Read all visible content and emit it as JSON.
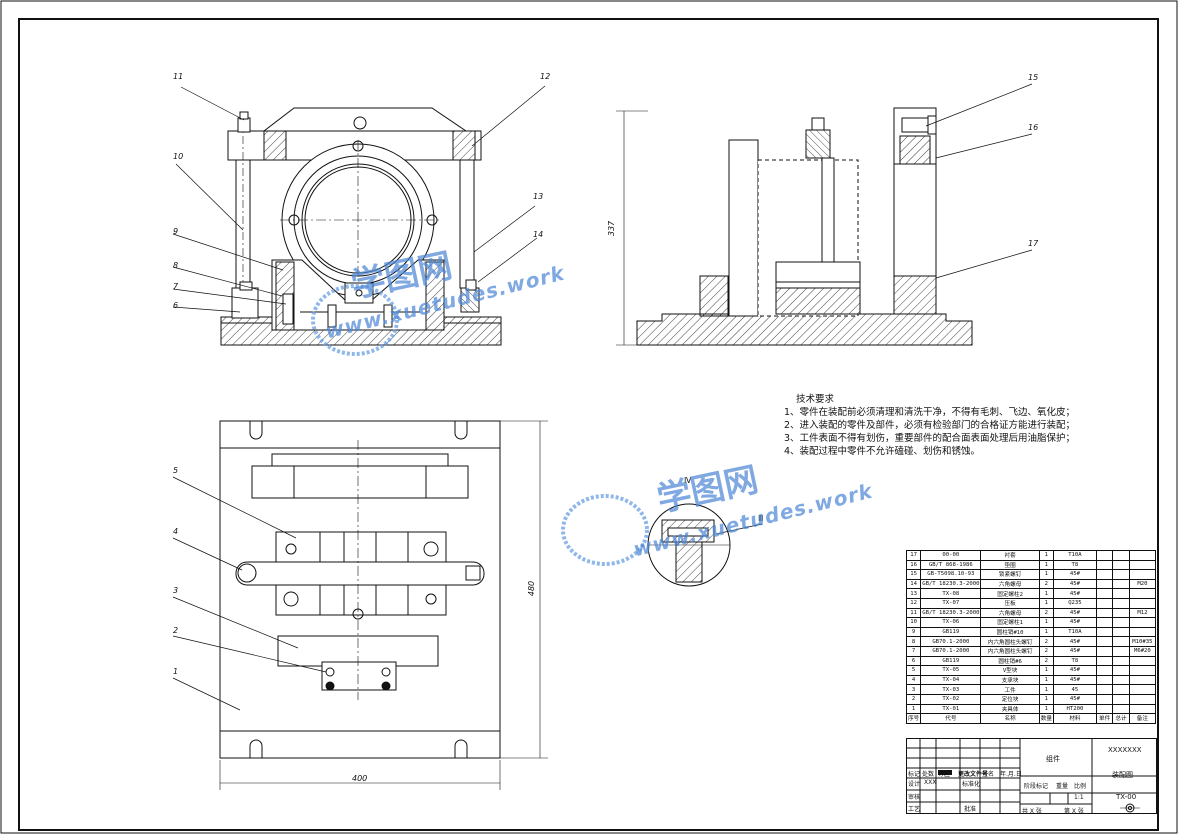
{
  "drawing": {
    "part_numbers": {
      "front": [
        "11",
        "12",
        "10",
        "13",
        "14",
        "9",
        "8",
        "7",
        "6"
      ],
      "side": [
        "15",
        "16",
        "17"
      ],
      "top": [
        "5",
        "4",
        "3",
        "2",
        "1"
      ],
      "section_marks": [
        "Ⅳ",
        "Ⅲ"
      ]
    },
    "dims": {
      "height": "337",
      "plan_height": "480",
      "plan_width": "400"
    },
    "tech_requirements": {
      "title": "技术要求",
      "items": [
        "1、零件在装配前必须清理和清洗干净，不得有毛刺、飞边、氧化皮；",
        "2、进入装配的零件及部件，必须有检验部门的合格证方能进行装配；",
        "3、工件表面不得有划伤，重要部件的配合面表面处理后用油脂保护；",
        "4、装配过程中零件不允许磕碰、划伤和锈蚀。"
      ]
    },
    "watermark": {
      "brand": "学图网",
      "url": "www.xuetudes.work"
    }
  },
  "bom": {
    "rows": [
      [
        "17",
        "00-00",
        "衬套",
        "1",
        "T10A",
        "",
        ""
      ],
      [
        "16",
        "GB/T 868-1986",
        "垫圈",
        "1",
        "T8",
        "",
        ""
      ],
      [
        "15",
        "GB-T5098.10-93",
        "锁紧螺钉",
        "1",
        "45#",
        "",
        ""
      ],
      [
        "14",
        "GB/T 18230.3-2000",
        "六角螺母",
        "2",
        "45#",
        "",
        "M20"
      ],
      [
        "13",
        "TX-08",
        "固定螺柱2",
        "1",
        "45#",
        "",
        ""
      ],
      [
        "12",
        "TX-07",
        "压板",
        "1",
        "Q235",
        "",
        ""
      ],
      [
        "11",
        "GB/T 18230.3-2000",
        "六角螺母",
        "2",
        "45#",
        "",
        "M12"
      ],
      [
        "10",
        "TX-06",
        "固定螺柱1",
        "1",
        "45#",
        "",
        ""
      ],
      [
        "9",
        "GB119",
        "圆柱销#10",
        "1",
        "T10A",
        "",
        ""
      ],
      [
        "8",
        "GB70.1-2000",
        "内六角圆柱头螺钉",
        "2",
        "45#",
        "",
        "M10#35"
      ],
      [
        "7",
        "GB70.1-2000",
        "内六角圆柱头螺钉",
        "2",
        "45#",
        "",
        "M6#20"
      ],
      [
        "6",
        "GB119",
        "圆柱销#6",
        "2",
        "T8",
        "",
        ""
      ],
      [
        "5",
        "TX-05",
        "V型块",
        "1",
        "45#",
        "",
        ""
      ],
      [
        "4",
        "TX-04",
        "支承块",
        "1",
        "45#",
        "",
        ""
      ],
      [
        "3",
        "TX-03",
        "工件",
        "1",
        "45",
        "",
        ""
      ],
      [
        "2",
        "TX-02",
        "定位块",
        "1",
        "45#",
        "",
        ""
      ],
      [
        "1",
        "TX-01",
        "夹具体",
        "1",
        "HT200",
        "",
        ""
      ]
    ],
    "header": [
      "序号",
      "代号",
      "名称",
      "数量",
      "材料",
      "单件",
      "总计",
      "备注"
    ]
  },
  "title_block": {
    "company": "XXXXXXX",
    "title": "装配图",
    "group": "组件",
    "code": "TX-00",
    "scale": "1:1",
    "labels": {
      "biaoji": "标记",
      "chushu": "处数",
      "fenqu": "分区",
      "gengai": "更改文件号",
      "qianming": "签名",
      "date": "年.月.日",
      "sheji": "设计",
      "sheji_name": "XXX",
      "biaozhunhua": "标准化",
      "shenhe": "审核",
      "gongyi": "工艺",
      "pizhun": "批准",
      "jieduan": "阶段标记",
      "zhongliang": "重量",
      "bili": "比例",
      "zhang": "共 X 张",
      "di": "第 X 张"
    }
  }
}
